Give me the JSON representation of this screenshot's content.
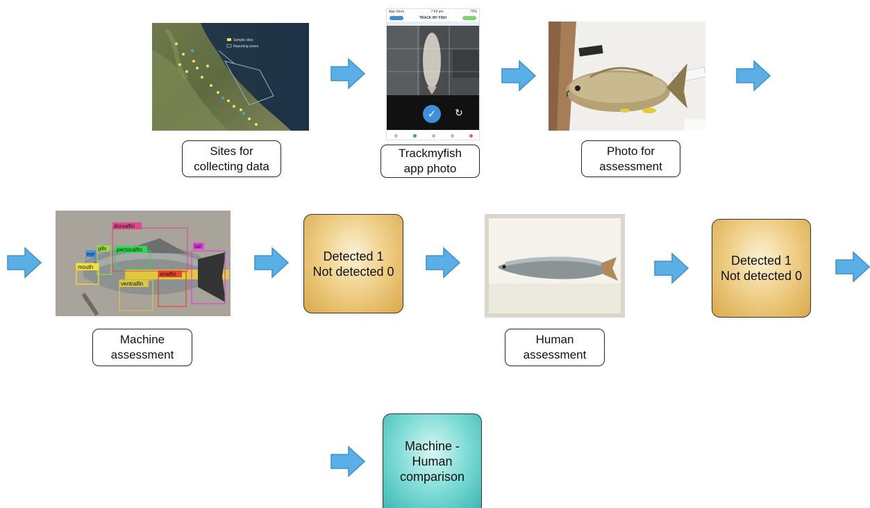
{
  "row1": {
    "map_legend": [
      "Sample sites",
      "Reporting zones"
    ],
    "app_header": {
      "carrier": "App Store",
      "time": "7:54 pm",
      "battery": "70%",
      "title": "TRACK MY FISH"
    },
    "label_sites": [
      "Sites for",
      "collecting data"
    ],
    "label_app": [
      "Trackmyfish",
      "app photo"
    ],
    "label_photo": [
      "Photo for",
      "assessment"
    ]
  },
  "row2": {
    "detections": [
      "dorsalfin",
      "gills",
      "pectoralfin",
      "eye",
      "mouth",
      "analfin",
      "ventralfin",
      "tail"
    ],
    "label_machine": [
      "Machine",
      "assessment"
    ],
    "box1": [
      "Detected 1",
      "Not detected 0"
    ],
    "label_human": [
      "Human",
      "assessment"
    ],
    "box2": [
      "Detected 1",
      "Not detected 0"
    ]
  },
  "row3": {
    "comparison": [
      "Machine -",
      "Human",
      "comparison"
    ]
  },
  "colors": {
    "arrow": "#5ab0e6",
    "arrow_stroke": "#3d8fcc",
    "gold": "#e2b65c",
    "teal": "#5ccdc6"
  }
}
